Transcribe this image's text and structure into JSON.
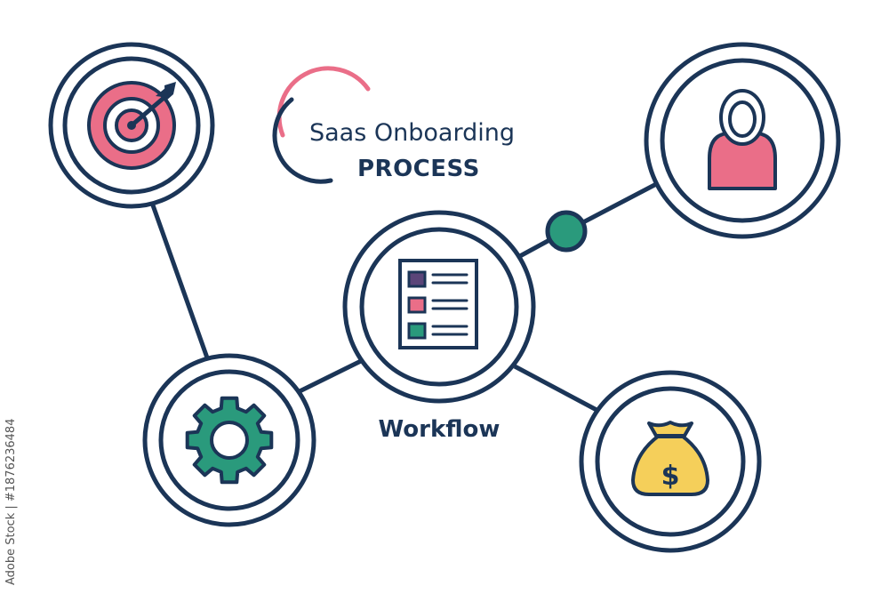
{
  "title": {
    "line1": "Saas Onboarding",
    "line2": "PROCESS"
  },
  "center_label": "Workflow",
  "nodes": [
    {
      "id": "goal",
      "icon": "target-icon"
    },
    {
      "id": "workflow",
      "icon": "checklist-icon"
    },
    {
      "id": "user",
      "icon": "user-icon"
    },
    {
      "id": "settings",
      "icon": "gear-icon"
    },
    {
      "id": "revenue",
      "icon": "money-bag-icon"
    }
  ],
  "watermark": {
    "side_id": "Adobe Stock | #1876236484"
  },
  "colors": {
    "navy": "#1b3557",
    "pink": "#ea6e88",
    "teal": "#2a9a7c",
    "purple": "#5b4579",
    "gold": "#f5cf5a",
    "background": "#ffffff"
  }
}
